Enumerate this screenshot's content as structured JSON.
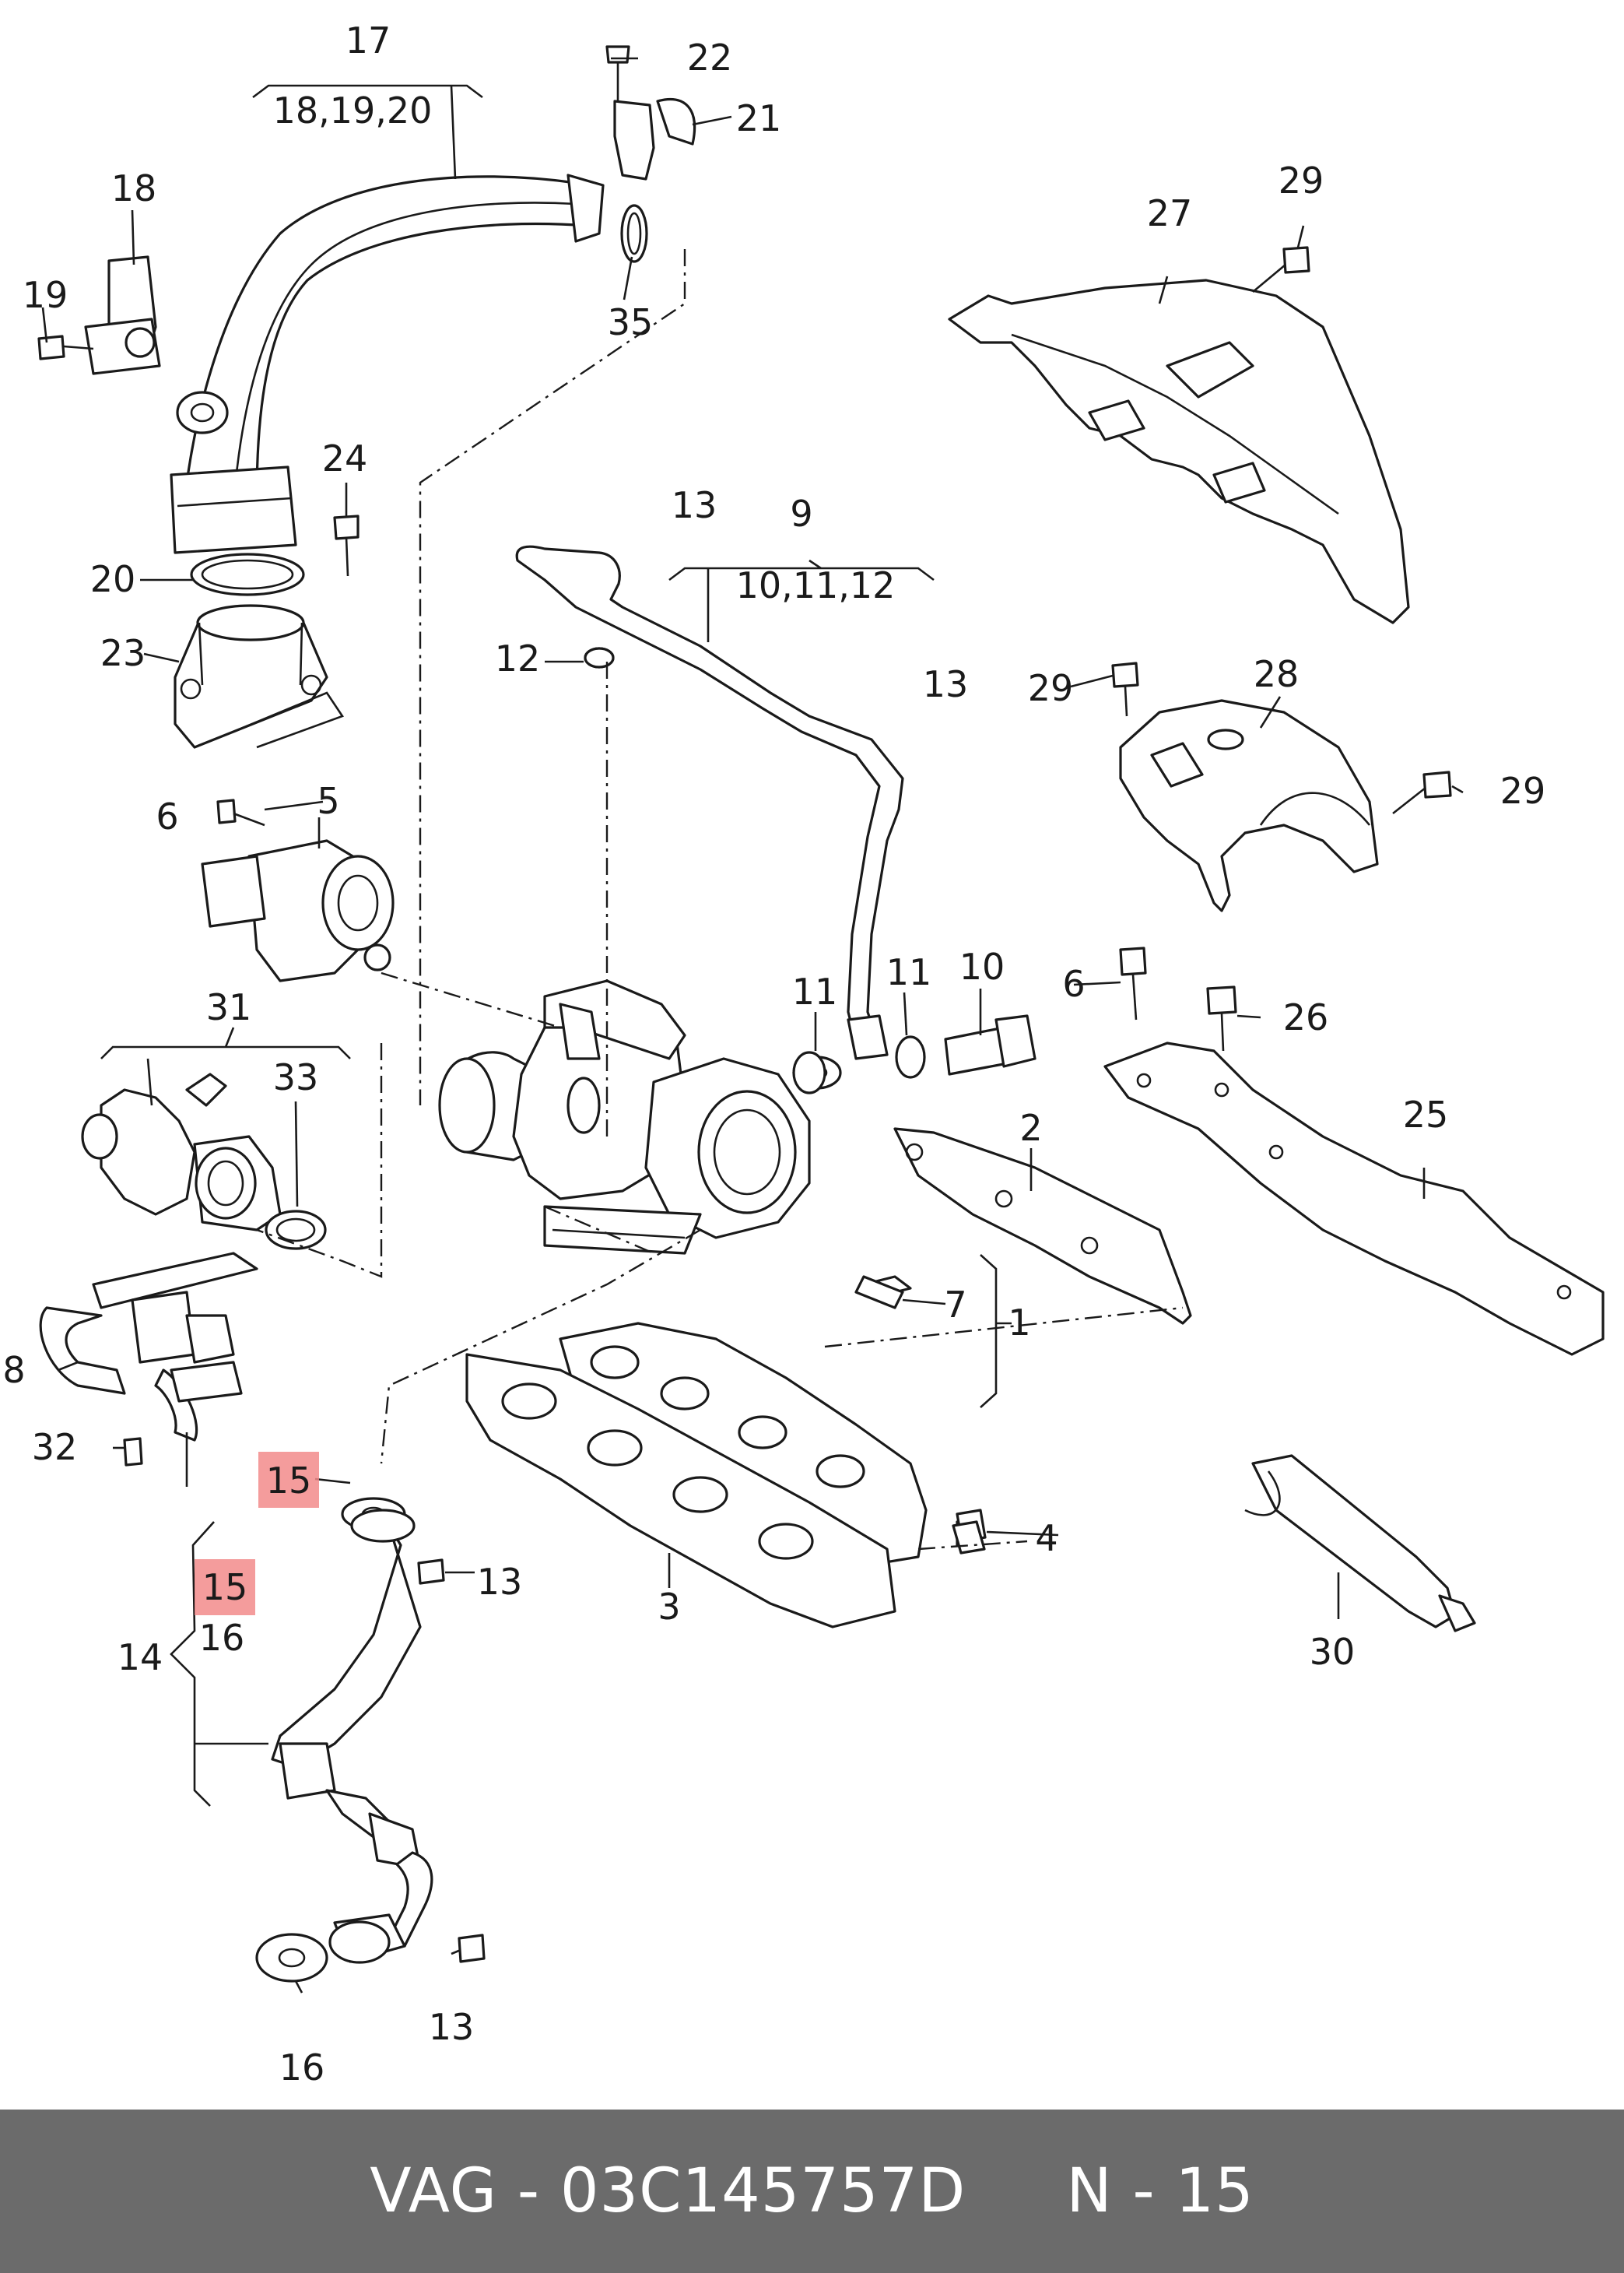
{
  "callouts": {
    "c1": "1",
    "c2": "2",
    "c3": "3",
    "c4": "4",
    "c5": "5",
    "c6a": "6",
    "c6b": "6",
    "c7": "7",
    "c8": "8",
    "c9": "9",
    "c9sub": "10,11,12",
    "c10": "10",
    "c11a": "11",
    "c11b": "11",
    "c12": "12",
    "c13a": "13",
    "c13b": "13",
    "c13c": "13",
    "c13d": "13",
    "c14": "14",
    "c15a": "15",
    "c15b": "15",
    "c16a": "16",
    "c16b": "16",
    "c17": "17",
    "c17sub": "18,19,20",
    "c18": "18",
    "c19": "19",
    "c20": "20",
    "c21": "21",
    "c22": "22",
    "c23": "23",
    "c24": "24",
    "c25": "25",
    "c26": "26",
    "c27": "27",
    "c28": "28",
    "c29a": "29",
    "c29b": "29",
    "c29c": "29",
    "c30": "30",
    "c31": "31",
    "c32": "32",
    "c33": "33",
    "c35": "35"
  },
  "highlight_color": "#f28b8b",
  "footer": {
    "part_number": "VAG - 03C145757D",
    "page": "N - 15"
  }
}
